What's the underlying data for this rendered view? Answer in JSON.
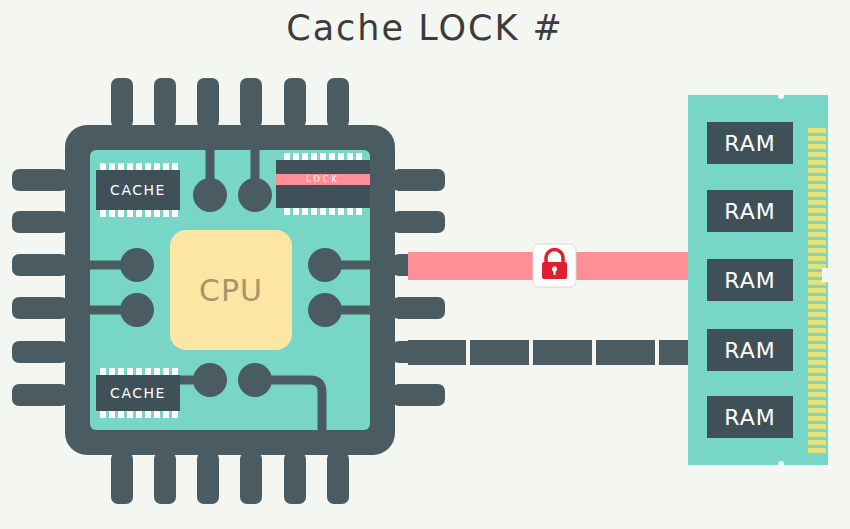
{
  "diagram": {
    "title": "Cache LOCK #",
    "nodes": [
      {
        "text": [
          "CACHE"
        ]
      },
      {
        "text": [
          "LOCK"
        ]
      },
      {
        "text": [
          "CPU"
        ]
      },
      {
        "text": [
          "CACHE"
        ]
      },
      {
        "text": [
          "RAM"
        ]
      },
      {
        "text": [
          "RAM"
        ]
      },
      {
        "text": [
          "RAM"
        ]
      },
      {
        "text": [
          "RAM"
        ]
      },
      {
        "text": [
          "RAM"
        ]
      }
    ]
  }
}
